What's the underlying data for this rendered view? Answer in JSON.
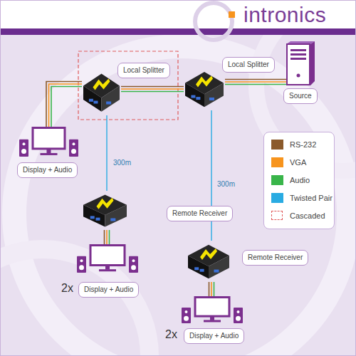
{
  "diagram": {
    "nodes": [
      {
        "text": [
          "Local Splitter"
        ]
      },
      {
        "text": [
          "Local Splitter"
        ]
      },
      {
        "text": [
          "Source"
        ]
      },
      {
        "text": [
          "Display + Audio"
        ]
      },
      {
        "text": [
          "Remote Receiver"
        ]
      },
      {
        "text": [
          "2x",
          "Display + Audio"
        ]
      },
      {
        "text": [
          "Remote Receiver"
        ]
      },
      {
        "text": [
          "2x",
          "Display + Audio"
        ]
      }
    ],
    "edges": [
      {
        "from": 2,
        "to": 1,
        "arrow": "none"
      },
      {
        "from": 1,
        "to": 0,
        "arrow": "none"
      },
      {
        "from": 0,
        "to": 3,
        "arrow": "none"
      },
      {
        "from": 0,
        "to": 4,
        "label": "300m",
        "arrow": "none"
      },
      {
        "from": 1,
        "to": 6,
        "label": "300m",
        "arrow": "none"
      },
      {
        "from": 4,
        "to": 5,
        "arrow": "none"
      },
      {
        "from": 6,
        "to": 7,
        "arrow": "none"
      }
    ],
    "labels": [
      "intronics"
    ],
    "legend": [
      {
        "text": "RS-232",
        "color": "#8b5a2b"
      },
      {
        "text": "VGA",
        "color": "#f7941d"
      },
      {
        "text": "Audio",
        "color": "#39b54a"
      },
      {
        "text": "Twisted Pair",
        "color": "#29abe2"
      },
      {
        "text": "Cascaded"
      }
    ]
  }
}
